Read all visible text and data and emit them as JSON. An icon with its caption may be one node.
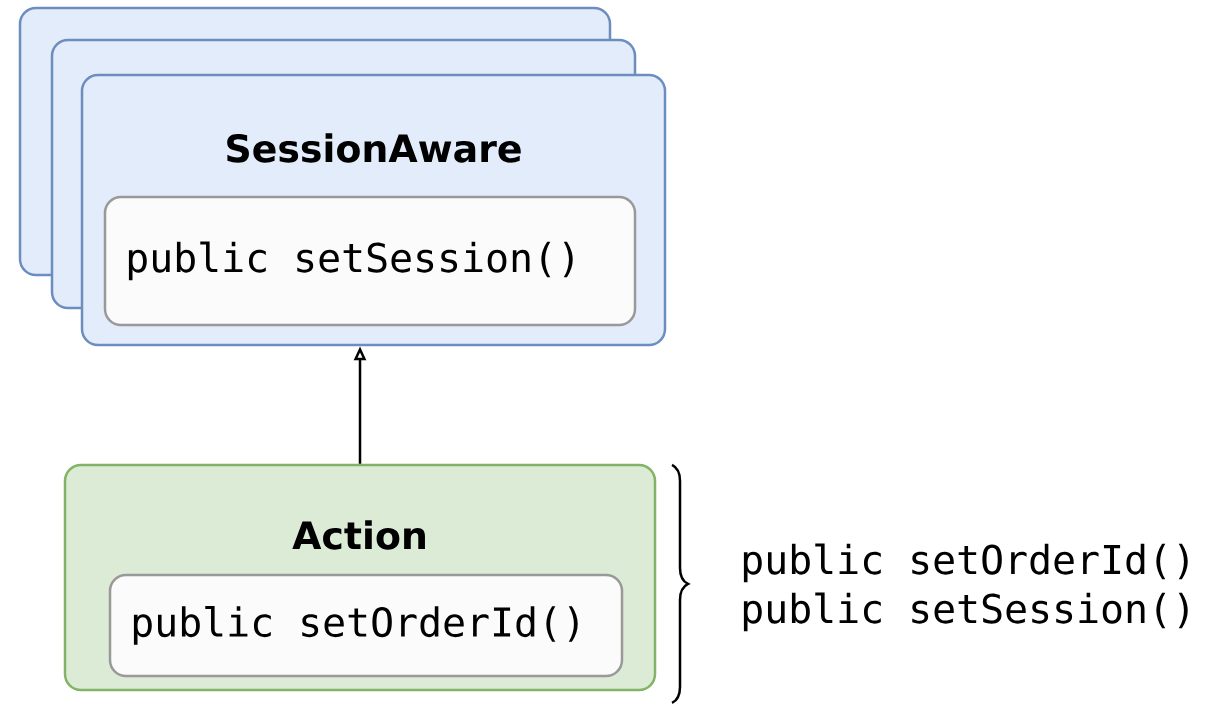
{
  "diagram": {
    "nodes": [
      {
        "text": [
          "SessionAware"
        ]
      },
      {
        "text": [
          "public setSession()"
        ],
        "in": 0
      },
      {
        "text": [
          "Action"
        ]
      },
      {
        "text": [
          "public setOrderId()"
        ],
        "in": 2
      }
    ],
    "edges": [
      {
        "from": 2,
        "to": 0,
        "arrow": "to"
      }
    ],
    "labels": [
      "public setOrderId()",
      "public setSession()"
    ]
  }
}
